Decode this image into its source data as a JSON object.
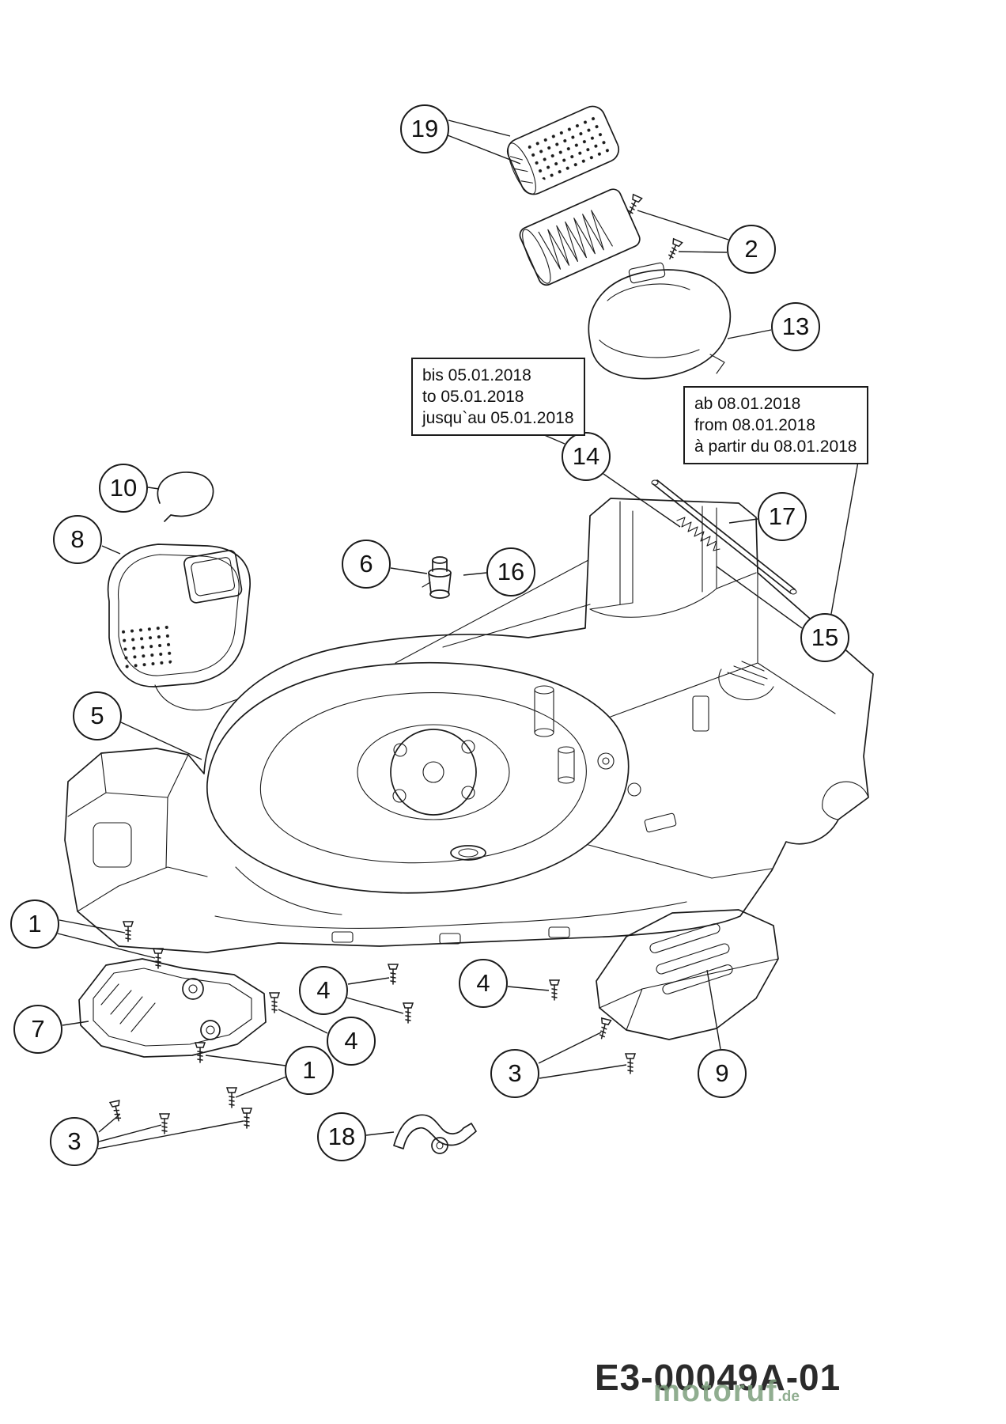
{
  "diagram": {
    "part_code": "E3-00049A-01",
    "watermark": {
      "text": "motoruf",
      "tld": ".de"
    },
    "callouts": [
      {
        "label": "19"
      },
      {
        "label": "2"
      },
      {
        "label": "13"
      },
      {
        "label": "14"
      },
      {
        "label": "17"
      },
      {
        "label": "15"
      },
      {
        "label": "10"
      },
      {
        "label": "8"
      },
      {
        "label": "6"
      },
      {
        "label": "16"
      },
      {
        "label": "5"
      },
      {
        "label": "1"
      },
      {
        "label": "7"
      },
      {
        "label": "4"
      },
      {
        "label": "4"
      },
      {
        "label": "4"
      },
      {
        "label": "1"
      },
      {
        "label": "3"
      },
      {
        "label": "3"
      },
      {
        "label": "9"
      },
      {
        "label": "18"
      }
    ],
    "notes": [
      {
        "lines": [
          "bis 05.01.2018",
          "to 05.01.2018",
          "jusqu`au 05.01.2018"
        ]
      },
      {
        "lines": [
          "ab 08.01.2018",
          "from 08.01.2018",
          "à partir du 08.01.2018"
        ]
      }
    ]
  }
}
